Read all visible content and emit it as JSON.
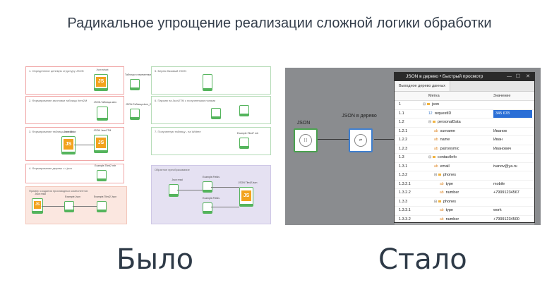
{
  "slide": {
    "title": "Радикальное упрощение реализации сложной логики обработки",
    "before_label": "Было",
    "after_label": "Стало"
  },
  "before_canvas": {
    "boxes": [
      "1. Определение целевую структуру JSON",
      "2. Формирование заготовки таблицы item2M",
      "3. Формирование таблицы item2M",
      "4. Формирование дерева => json",
      "5. Берем базовый JSON",
      "6. Парсим на Json2TM с полученными полями",
      "7. Полученную таблицу - на Wdtree",
      "Пример создания производных компонентов",
      "Обратное преобразование"
    ],
    "nodes": [
      "Json struct",
      "Таблица в переменные",
      "JSON-Таблица авто",
      "JSON-Таблица dum_2",
      "Json struct",
      "JSON Json2TM",
      "Example.Tiled2 mtr",
      "Json read",
      "Example.Json",
      "Example.Tiled2 Json",
      "JSON Tiled2Json",
      "Example.Fields",
      "Json read",
      "Example.Fields",
      "Json2TM",
      "Example.Tiled7 mtr"
    ]
  },
  "after_canvas": {
    "node_json_label": "JSON",
    "node_tree_label": "JSON в дерево",
    "window": {
      "title": "JSON в дерево • Быстрый просмотр",
      "tab": "Выходное дерево данных",
      "col_key": "Метка",
      "col_value": "Значение",
      "rows": [
        {
          "num": "1",
          "key": "json",
          "val": "",
          "kind": "root",
          "depth": 0
        },
        {
          "num": "1.1",
          "key": "requestID",
          "val": "345 678",
          "kind": "num",
          "depth": 1,
          "highlight": true
        },
        {
          "num": "1.2",
          "key": "personalData",
          "val": "",
          "kind": "folder",
          "depth": 1
        },
        {
          "num": "1.2.1",
          "key": "surname",
          "val": "Иванов",
          "kind": "text",
          "depth": 2
        },
        {
          "num": "1.2.2",
          "key": "name",
          "val": "Иван",
          "kind": "text",
          "depth": 2
        },
        {
          "num": "1.2.3",
          "key": "patronymic",
          "val": "Иванович",
          "kind": "text",
          "depth": 2
        },
        {
          "num": "1.3",
          "key": "contactInfo",
          "val": "",
          "kind": "folder",
          "depth": 1
        },
        {
          "num": "1.3.1",
          "key": "email",
          "val": "ivanov@ya.ru",
          "kind": "text",
          "depth": 2
        },
        {
          "num": "1.3.2",
          "key": "phones",
          "val": "",
          "kind": "folder",
          "depth": 2
        },
        {
          "num": "1.3.2.1",
          "key": "type",
          "val": "mobile",
          "kind": "text",
          "depth": 3
        },
        {
          "num": "1.3.2.2",
          "key": "number",
          "val": "+79991234567",
          "kind": "text",
          "depth": 3
        },
        {
          "num": "1.3.3",
          "key": "phones",
          "val": "",
          "kind": "folder",
          "depth": 2
        },
        {
          "num": "1.3.3.1",
          "key": "type",
          "val": "work",
          "kind": "text",
          "depth": 3
        },
        {
          "num": "1.3.3.2",
          "key": "number",
          "val": "+79991234500",
          "kind": "text",
          "depth": 3
        }
      ],
      "icon_text": "ab",
      "icon_num": "12"
    }
  }
}
